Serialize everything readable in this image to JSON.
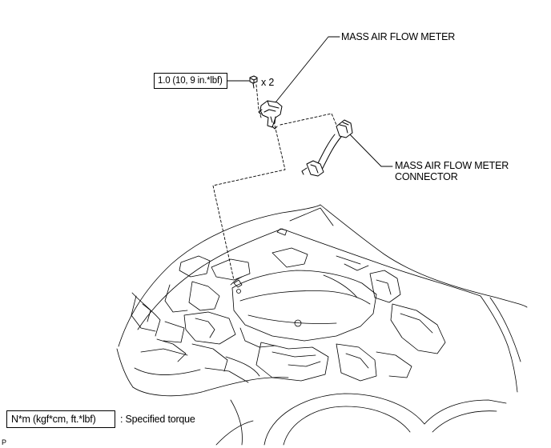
{
  "callouts": {
    "maf_meter": "MASS AIR FLOW METER",
    "maf_connector_line1": "MASS AIR FLOW METER",
    "maf_connector_line2": "CONNECTOR",
    "torque_value": "1.0 (10, 9 in.*lbf)",
    "quantity": "x 2"
  },
  "legend": {
    "unit_box": "N*m (kgf*cm, ft.*lbf)",
    "description": ": Specified torque"
  },
  "corner_mark": "P"
}
